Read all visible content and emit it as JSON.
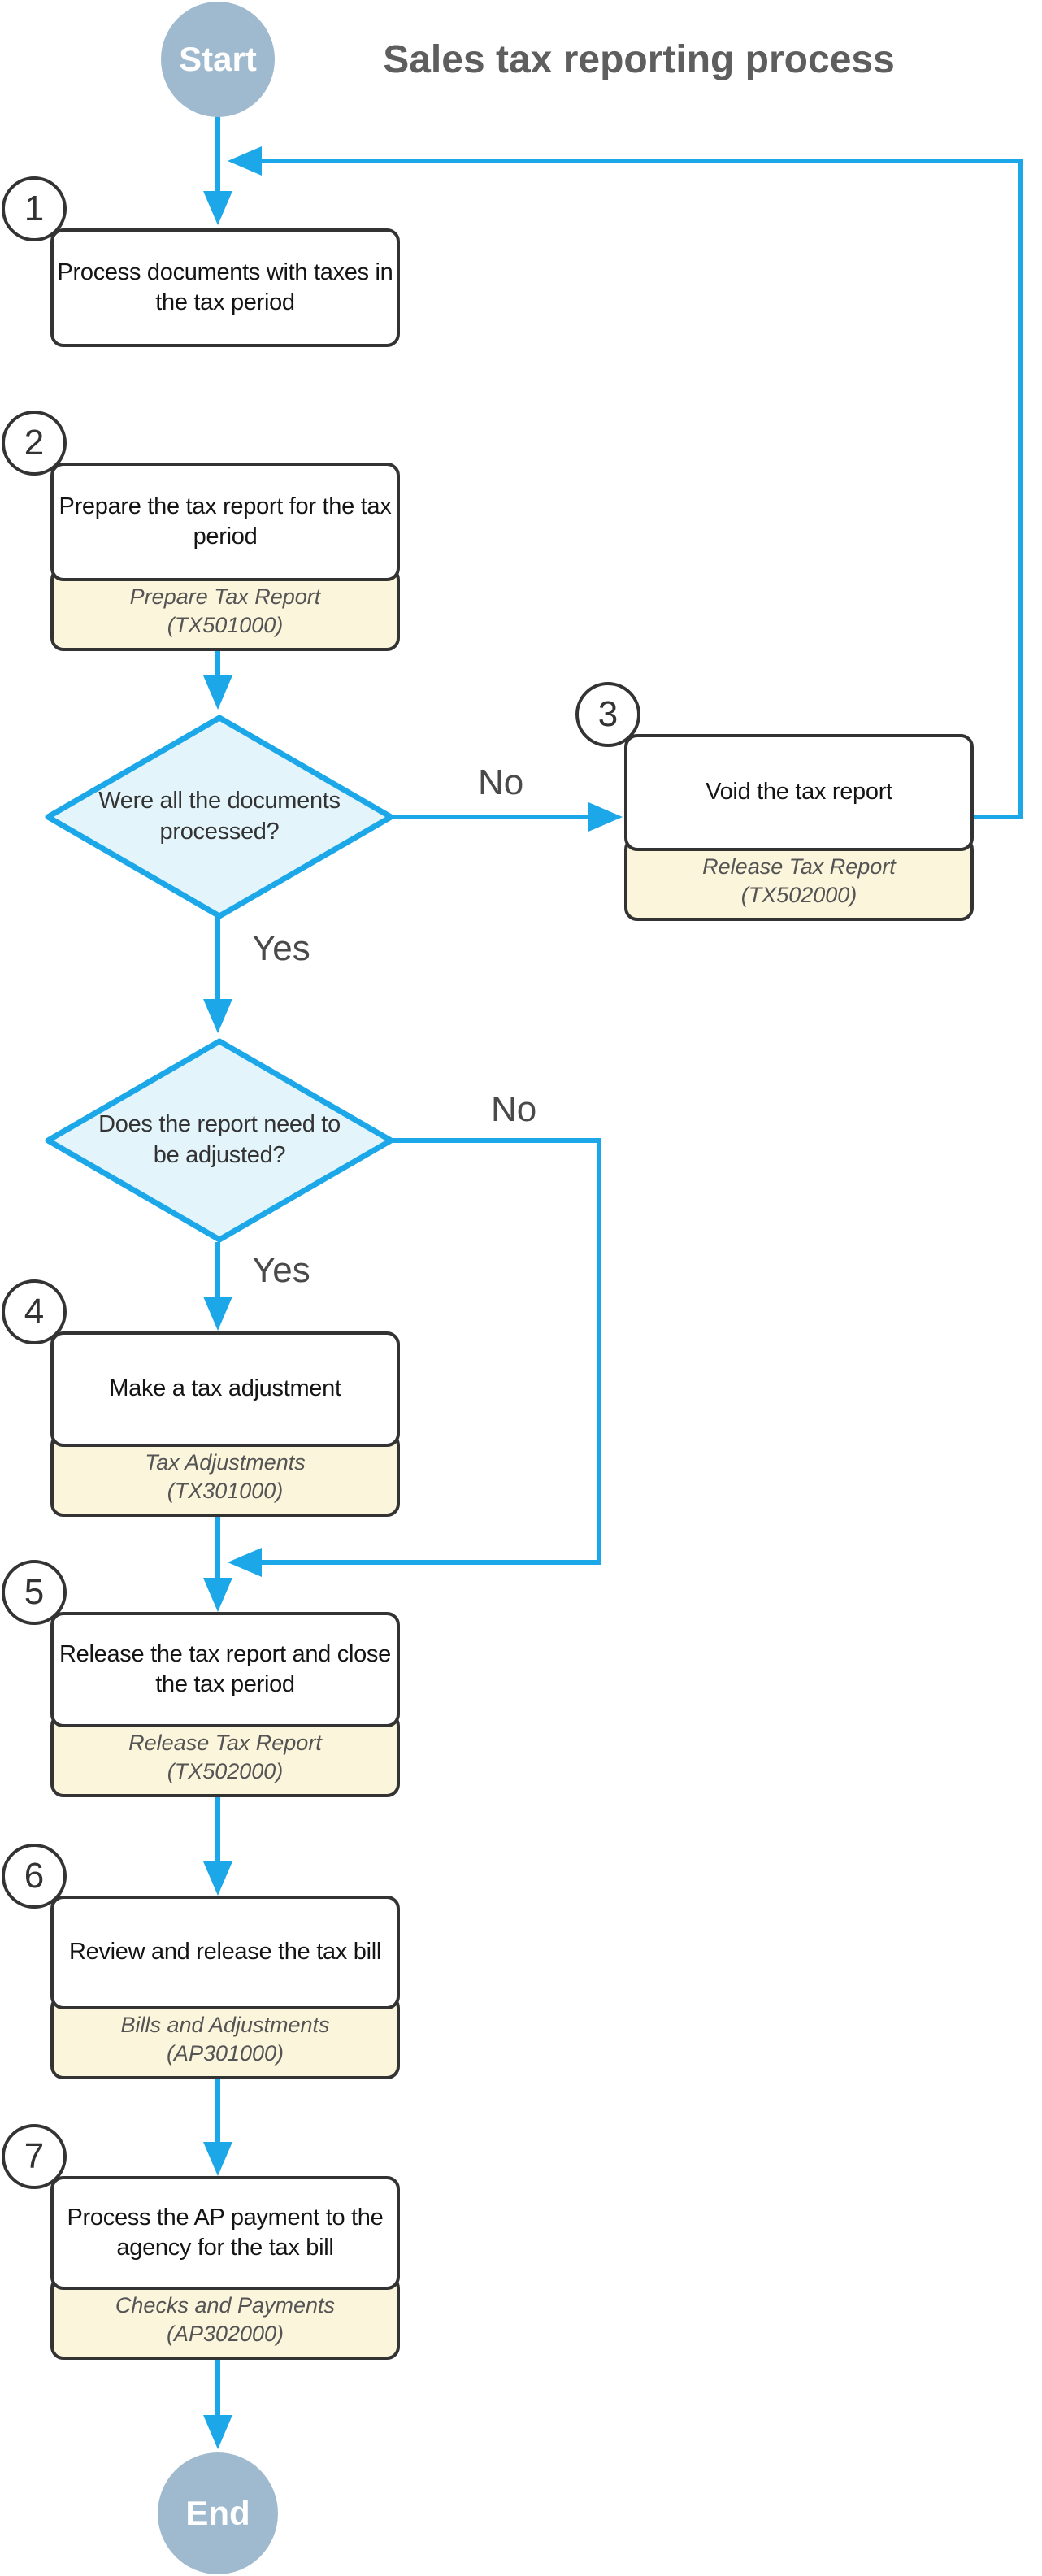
{
  "title": "Sales tax reporting process",
  "start_label": "Start",
  "end_label": "End",
  "branch_labels": {
    "documents_no": "No",
    "documents_yes": "Yes",
    "adjust_no": "No",
    "adjust_yes": "Yes"
  },
  "decisions": [
    {
      "question": "Were all the documents processed?"
    },
    {
      "question": "Does the report need to be adjusted?"
    }
  ],
  "steps": [
    {
      "number": "1",
      "action": "Process documents with taxes in the tax period",
      "screen": "",
      "screen_id": ""
    },
    {
      "number": "2",
      "action": "Prepare the tax report for the tax period",
      "screen": "Prepare Tax Report",
      "screen_id": "(TX501000)"
    },
    {
      "number": "3",
      "action": "Void the tax report",
      "screen": "Release Tax Report",
      "screen_id": "(TX502000)"
    },
    {
      "number": "4",
      "action": "Make a tax adjustment",
      "screen": "Tax Adjustments",
      "screen_id": "(TX301000)"
    },
    {
      "number": "5",
      "action": "Release the tax report and close the tax period",
      "screen": "Release Tax Report",
      "screen_id": "(TX502000)"
    },
    {
      "number": "6",
      "action": "Review and release the tax bill",
      "screen": "Bills and Adjustments",
      "screen_id": "(AP301000)"
    },
    {
      "number": "7",
      "action": "Process the AP payment to the agency for the tax bill",
      "screen": "Checks and Payments",
      "screen_id": "(AP302000)"
    }
  ],
  "colors": {
    "connector": "#1BA7E8",
    "diamond_fill": "#E3F4FB",
    "diamond_stroke": "#1BA7E8",
    "subbox_fill": "#FBF5DC",
    "terminator_fill": "#9FBACE",
    "box_border": "#333333",
    "title_text": "#5E5E5E",
    "label_text": "#4A4A4A",
    "sub_text": "#545454"
  }
}
